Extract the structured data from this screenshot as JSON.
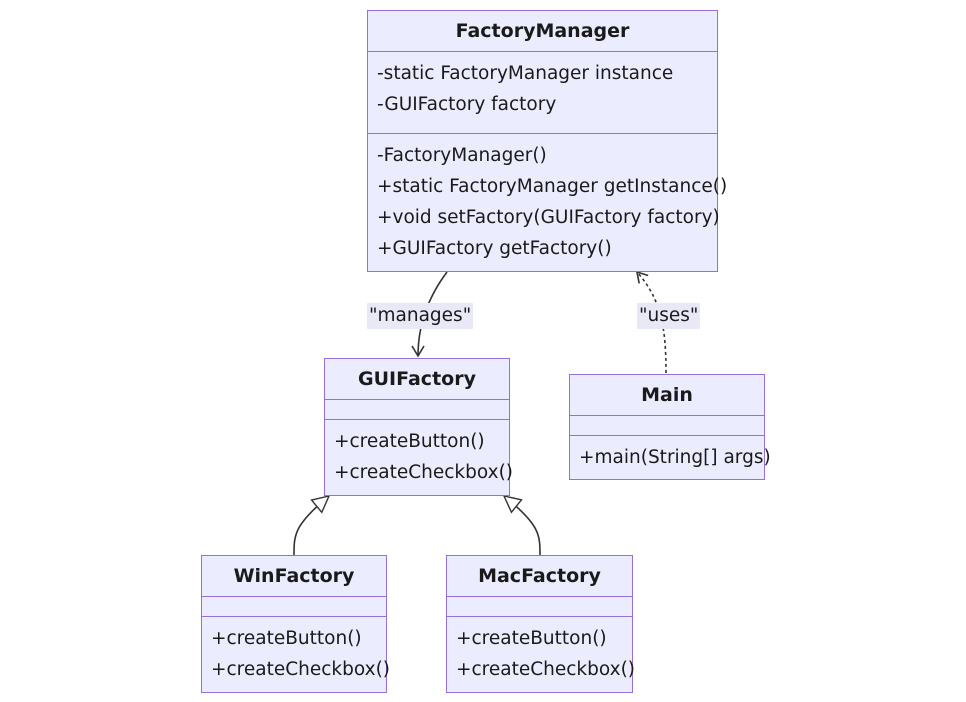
{
  "classes": {
    "factory_manager": {
      "name": "FactoryManager",
      "attributes": [
        "-static FactoryManager instance",
        "-GUIFactory factory"
      ],
      "methods": [
        "-FactoryManager()",
        "+static FactoryManager getInstance()",
        "+void setFactory(GUIFactory factory)",
        "+GUIFactory getFactory()"
      ]
    },
    "gui_factory": {
      "name": "GUIFactory",
      "attributes": [],
      "methods": [
        "+createButton()",
        "+createCheckbox()"
      ]
    },
    "main": {
      "name": "Main",
      "attributes": [],
      "methods": [
        "+main(String[] args)"
      ]
    },
    "win_factory": {
      "name": "WinFactory",
      "attributes": [],
      "methods": [
        "+createButton()",
        "+createCheckbox()"
      ]
    },
    "mac_factory": {
      "name": "MacFactory",
      "attributes": [],
      "methods": [
        "+createButton()",
        "+createCheckbox()"
      ]
    }
  },
  "relations": {
    "manages": {
      "label": "\"manages\"",
      "from": "FactoryManager",
      "to": "GUIFactory",
      "kind": "association"
    },
    "uses": {
      "label": "\"uses\"",
      "from": "Main",
      "to": "FactoryManager",
      "kind": "dependency"
    },
    "win_inherits": {
      "from": "WinFactory",
      "to": "GUIFactory",
      "kind": "inheritance"
    },
    "mac_inherits": {
      "from": "MacFactory",
      "to": "GUIFactory",
      "kind": "inheritance"
    }
  },
  "colors": {
    "box_fill": "#ececff",
    "box_border": "#9370db",
    "edge": "#333333",
    "label_bg": "#e8e8f7"
  }
}
